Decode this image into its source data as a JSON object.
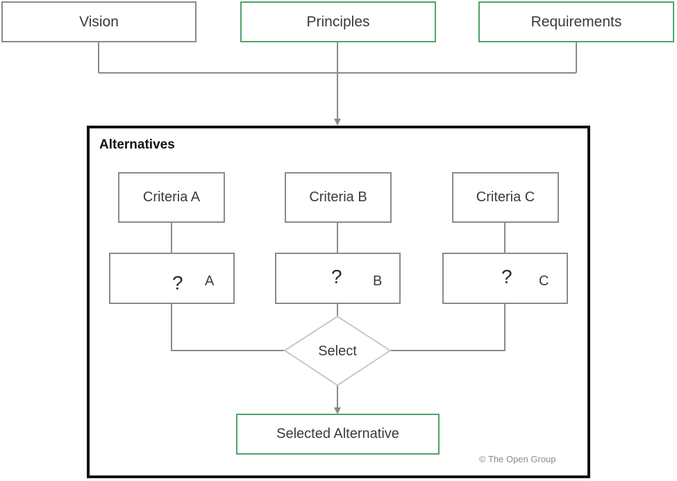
{
  "inputs": {
    "vision": "Vision",
    "principles": "Principles",
    "requirements": "Requirements"
  },
  "alternatives": {
    "title": "Alternatives",
    "criteria": [
      {
        "label": "Criteria A",
        "question": "?",
        "letter": "A"
      },
      {
        "label": "Criteria B",
        "question": "?",
        "letter": "B"
      },
      {
        "label": "Criteria C",
        "question": "?",
        "letter": "C"
      }
    ],
    "decision": "Select",
    "result": "Selected Alternative"
  },
  "copyright": "© The Open Group",
  "colors": {
    "green_border": "#4fa26b",
    "gray_border": "#8a8a8a",
    "frame_border": "#111111",
    "connector": "#8a8a8a"
  }
}
